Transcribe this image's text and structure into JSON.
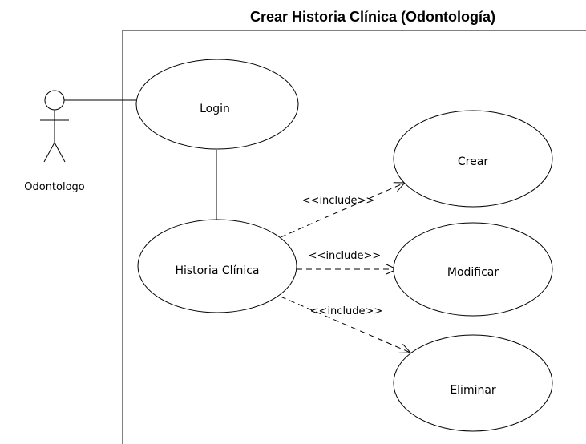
{
  "diagram": {
    "title": "Crear Historia Clínica (Odontología)",
    "actor": {
      "label": "Odontologo",
      "icon": "stick-figure-actor-icon"
    },
    "use_cases": {
      "login": "Login",
      "historia": "Historia Clínica",
      "crear": "Crear",
      "modificar": "Modificar",
      "eliminar": "Eliminar"
    },
    "relations": {
      "include_crear": "<<include>>",
      "include_modificar": "<<include>>",
      "include_eliminar": "<<include>>"
    },
    "colors": {
      "line": "#000000",
      "fill": "#ffffff"
    }
  }
}
